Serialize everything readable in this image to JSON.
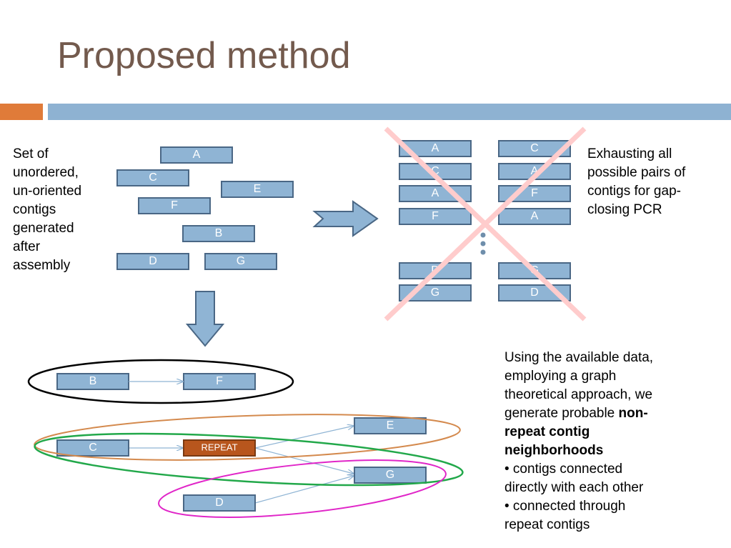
{
  "title": "Proposed method",
  "left_text": [
    "Set of",
    "unordered,",
    "un-oriented",
    "contigs",
    "generated",
    "after",
    "assembly"
  ],
  "right_text": [
    "Exhausting all",
    "possible pairs of",
    "contigs for gap-",
    "closing PCR"
  ],
  "bottom_text": {
    "line1": "Using the available data,",
    "line2": "employing a graph",
    "line3": "theoretical approach, we",
    "line4_normal": "generate probable ",
    "line4_bold": "non-",
    "line5_bold": "repeat contig",
    "line6_bold": "neighborhoods",
    "bullet1_line1": "• contigs connected",
    "bullet1_line2": "directly with each other",
    "bullet2_line1": "• connected through",
    "bullet2_line2": "repeat contigs"
  },
  "colors": {
    "accent_orange": "#e07b39",
    "header_blue": "#8eb2d2",
    "box_fill": "#8fb4d4",
    "box_stroke": "#4a6785",
    "repeat_fill": "#b8561d",
    "cross": "#ffcccc",
    "ellipse_black": "#000000",
    "ellipse_orange": "#d48a4e",
    "ellipse_green": "#22a84a",
    "ellipse_magenta": "#e026c8",
    "title": "#735a4d"
  },
  "unordered_contigs": [
    "A",
    "C",
    "E",
    "F",
    "B",
    "D",
    "G"
  ],
  "pairs": [
    {
      "left": "A",
      "right": "C"
    },
    {
      "left": "C",
      "right": "A"
    },
    {
      "left": "A",
      "right": "F"
    },
    {
      "left": "F",
      "right": "A"
    },
    {
      "left": "D",
      "right": "G"
    },
    {
      "left": "G",
      "right": "D"
    }
  ],
  "neighborhoods": {
    "direct": {
      "from": "B",
      "to": "F"
    },
    "repeat": {
      "label": "REPEAT",
      "inputs": [
        "C",
        "D"
      ],
      "outputs": [
        "E",
        "G"
      ]
    }
  }
}
